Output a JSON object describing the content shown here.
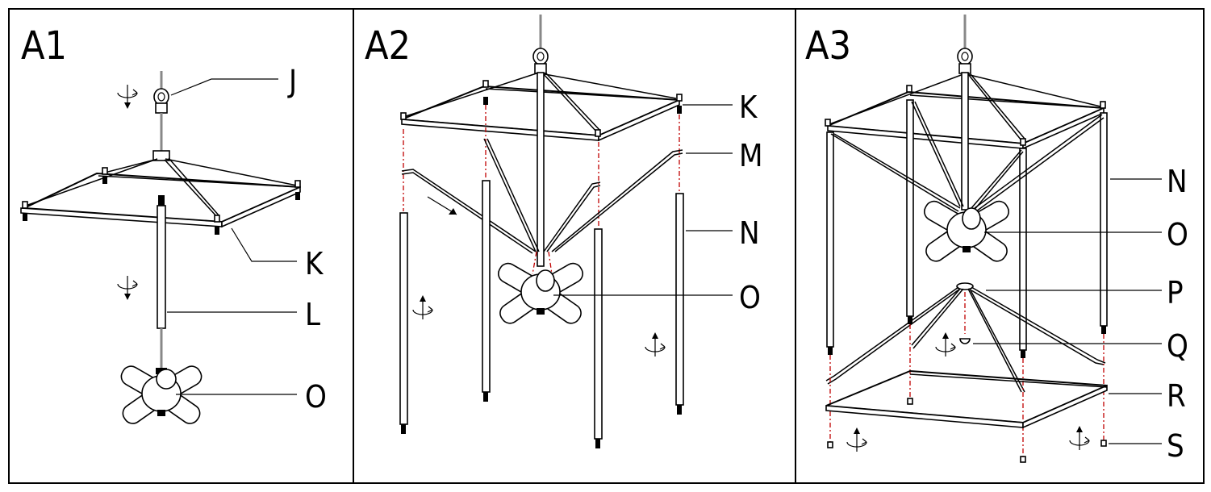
{
  "panels": [
    {
      "title": "A1",
      "labels": [
        "J",
        "K",
        "L",
        "O"
      ]
    },
    {
      "title": "A2",
      "labels": [
        "K",
        "M",
        "N",
        "O"
      ]
    },
    {
      "title": "A3",
      "labels": [
        "N",
        "O",
        "P",
        "Q",
        "R",
        "S"
      ]
    }
  ],
  "icons": [
    "rotate-arrow-icon",
    "direction-arrow-icon"
  ],
  "colors": {
    "line": "#000000",
    "cable": "#888888",
    "guide": "#c00000"
  }
}
